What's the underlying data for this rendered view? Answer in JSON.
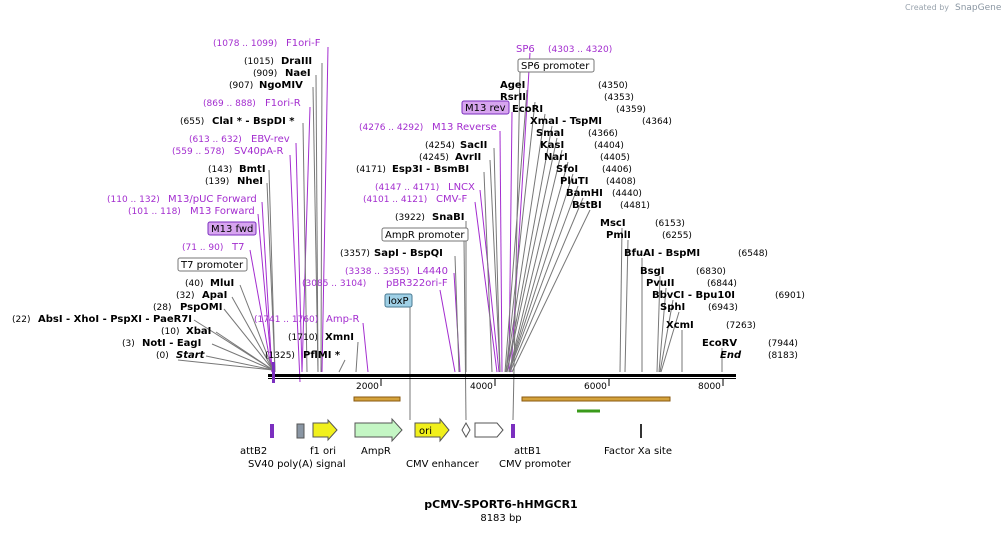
{
  "credit": "Created by",
  "brand": "SnapGene",
  "plasmid": {
    "name": "pCMV-SPORT6-hHMGCR1",
    "length": "8183 bp"
  },
  "ruler": [
    "2000",
    "4000",
    "6000",
    "8000"
  ],
  "sites": [
    {
      "pos": "(0)",
      "name": "Start",
      "italic": true
    },
    {
      "pos": "(3)",
      "name": "NotI  - EagI"
    },
    {
      "pos": "(10)",
      "name": "XbaI"
    },
    {
      "pos": "(22)",
      "name": "AbsI  - XhoI  - PspXI  - PaeR7I"
    },
    {
      "pos": "(28)",
      "name": "PspOMI"
    },
    {
      "pos": "(32)",
      "name": "ApaI"
    },
    {
      "pos": "(40)",
      "name": "MluI"
    },
    {
      "pos": "(139)",
      "name": "NheI"
    },
    {
      "pos": "(143)",
      "name": "BmtI"
    },
    {
      "pos": "(655)",
      "name": "ClaI *  - BspDI *"
    },
    {
      "pos": "(907)",
      "name": "NgoMIV"
    },
    {
      "pos": "(909)",
      "name": "NaeI"
    },
    {
      "pos": "(1015)",
      "name": "DraIII"
    },
    {
      "pos": "(1325)",
      "name": "PflMI *"
    },
    {
      "pos": "(1710)",
      "name": "XmnI"
    },
    {
      "pos": "(3357)",
      "name": "SapI  - BspQI"
    },
    {
      "pos": "(3922)",
      "name": "SnaBI"
    },
    {
      "pos": "(4171)",
      "name": "Esp3I  - BsmBI"
    },
    {
      "pos": "(4245)",
      "name": "AvrII"
    },
    {
      "pos": "(4254)",
      "name": "SacII"
    },
    {
      "pos": "(4350)",
      "name": "AgeI"
    },
    {
      "pos": "(4353)",
      "name": "RsrII"
    },
    {
      "pos": "(4359)",
      "name": "EcoRI"
    },
    {
      "pos": "(4364)",
      "name": "XmaI  - TspMI"
    },
    {
      "pos": "(4366)",
      "name": "SmaI"
    },
    {
      "pos": "(4404)",
      "name": "KasI"
    },
    {
      "pos": "(4405)",
      "name": "NarI"
    },
    {
      "pos": "(4406)",
      "name": "SfoI"
    },
    {
      "pos": "(4408)",
      "name": "PluTI"
    },
    {
      "pos": "(4440)",
      "name": "BamHI"
    },
    {
      "pos": "(4481)",
      "name": "BstBI"
    },
    {
      "pos": "(6153)",
      "name": "MscI"
    },
    {
      "pos": "(6255)",
      "name": "PmlI"
    },
    {
      "pos": "(6548)",
      "name": "BfuAI  - BspMI"
    },
    {
      "pos": "(6830)",
      "name": "BsgI"
    },
    {
      "pos": "(6844)",
      "name": "PvuII"
    },
    {
      "pos": "(6901)",
      "name": "BbvCI  - Bpu10I"
    },
    {
      "pos": "(6943)",
      "name": "SphI"
    },
    {
      "pos": "(7263)",
      "name": "XcmI"
    },
    {
      "pos": "(7944)",
      "name": "EcoRV"
    },
    {
      "pos": "(8183)",
      "name": "End",
      "italic": true
    }
  ],
  "primers": [
    {
      "range": "(1078 .. 1099)",
      "name": "F1ori-F"
    },
    {
      "range": "(869 .. 888)",
      "name": "F1ori-R"
    },
    {
      "range": "(613 .. 632)",
      "name": "EBV-rev"
    },
    {
      "range": "(559 .. 578)",
      "name": "SV40pA-R"
    },
    {
      "range": "(110 .. 132)",
      "name": "M13/pUC Forward"
    },
    {
      "range": "(101 .. 118)",
      "name": "M13 Forward"
    },
    {
      "range": "(71 .. 90)",
      "name": "T7"
    },
    {
      "range": "(1741 .. 1760)",
      "name": "Amp-R"
    },
    {
      "range": "(3085 .. 3104)",
      "name": "pBR322ori-F"
    },
    {
      "range": "(3338 .. 3355)",
      "name": "L4440"
    },
    {
      "range": "(4101 .. 4121)",
      "name": "CMV-F"
    },
    {
      "range": "(4147 .. 4171)",
      "name": "LNCX"
    },
    {
      "range": "(4276 .. 4292)",
      "name": "M13 Reverse"
    },
    {
      "range": "(4303 .. 4320)",
      "name": "SP6"
    }
  ],
  "boxes": {
    "m13fwd": "M13 fwd",
    "t7": "T7 promoter",
    "loxp": "loxP",
    "ampr_prom": "AmpR promoter",
    "m13rev": "M13 rev",
    "sp6": "SP6 promoter"
  },
  "features": {
    "attB2": "attB2",
    "sv40": "SV40 poly(A) signal",
    "f1": "f1 ori",
    "ampr": "AmpR",
    "ori": "ori",
    "cmv_enh": "CMV enhancer",
    "cmv_prom": "CMV promoter",
    "attB1": "attB1",
    "factorxa": "Factor Xa site"
  }
}
